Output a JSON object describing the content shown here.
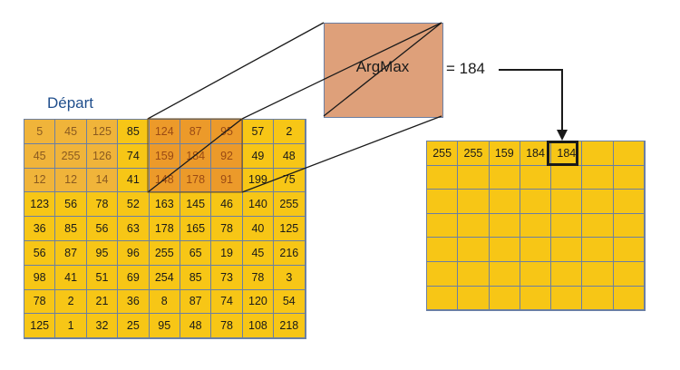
{
  "input_title": "Départ",
  "operation": "ArgMax",
  "result_text": "= 184",
  "input_grid": [
    [
      "5",
      "45",
      "125",
      "85",
      "124",
      "87",
      "95",
      "57",
      "2"
    ],
    [
      "45",
      "255",
      "126",
      "74",
      "159",
      "184",
      "92",
      "49",
      "48"
    ],
    [
      "12",
      "12",
      "14",
      "41",
      "148",
      "178",
      "91",
      "199",
      "75"
    ],
    [
      "123",
      "56",
      "78",
      "52",
      "163",
      "145",
      "46",
      "140",
      "255"
    ],
    [
      "36",
      "85",
      "56",
      "63",
      "178",
      "165",
      "78",
      "40",
      "125"
    ],
    [
      "56",
      "87",
      "95",
      "96",
      "255",
      "65",
      "19",
      "45",
      "216"
    ],
    [
      "98",
      "41",
      "51",
      "69",
      "254",
      "85",
      "73",
      "78",
      "3"
    ],
    [
      "78",
      "2",
      "21",
      "36",
      "8",
      "87",
      "74",
      "120",
      "54"
    ],
    [
      "125",
      "1",
      "32",
      "25",
      "95",
      "48",
      "78",
      "108",
      "218"
    ]
  ],
  "output_grid": [
    [
      "255",
      "255",
      "159",
      "184",
      "184",
      "",
      ""
    ],
    [
      "",
      "",
      "",
      "",
      "",
      "",
      ""
    ],
    [
      "",
      "",
      "",
      "",
      "",
      "",
      ""
    ],
    [
      "",
      "",
      "",
      "",
      "",
      "",
      ""
    ],
    [
      "",
      "",
      "",
      "",
      "",
      "",
      ""
    ],
    [
      "",
      "",
      "",
      "",
      "",
      "",
      ""
    ],
    [
      "",
      "",
      "",
      "",
      "",
      "",
      ""
    ]
  ],
  "colors": {
    "cell": "#f7c616",
    "window_a": "#f0b43a",
    "window_b": "#ec9a2a",
    "argmax_box": "#dea07a",
    "title_text": "#1f4e8c"
  }
}
